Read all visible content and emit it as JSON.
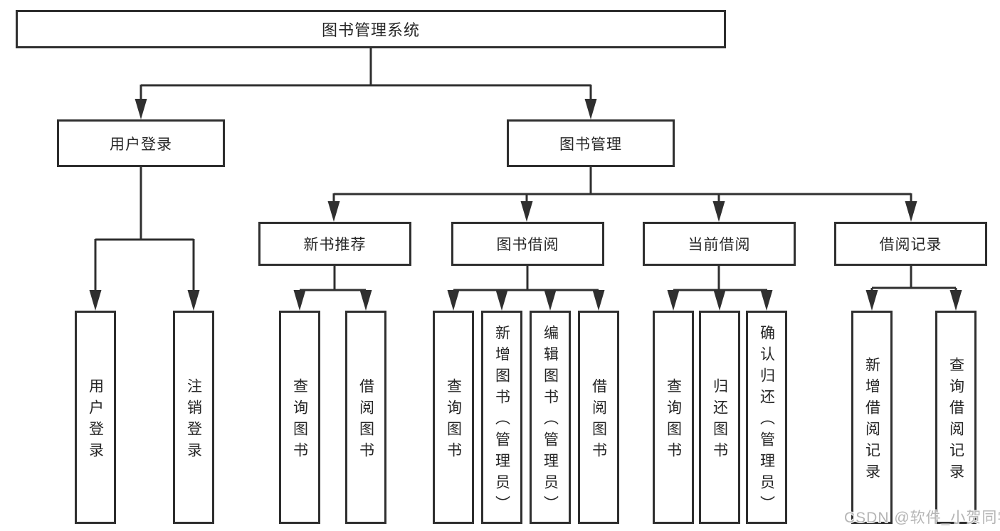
{
  "diagram": {
    "root": {
      "label": "图书管理系统",
      "children": [
        {
          "label": "用户登录",
          "children": [
            {
              "label": "用户登录"
            },
            {
              "label": "注销登录"
            }
          ]
        },
        {
          "label": "图书管理",
          "children": [
            {
              "label": "新书推荐",
              "children": [
                {
                  "label": "查询图书"
                },
                {
                  "label": "借阅图书"
                }
              ]
            },
            {
              "label": "图书借阅",
              "children": [
                {
                  "label": "查询图书"
                },
                {
                  "label": "新增图书（管理员）"
                },
                {
                  "label": "编辑图书（管理员）"
                },
                {
                  "label": "借阅图书"
                }
              ]
            },
            {
              "label": "当前借阅",
              "children": [
                {
                  "label": "查询图书"
                },
                {
                  "label": "归还图书"
                },
                {
                  "label": "确认归还（管理员）"
                }
              ]
            },
            {
              "label": "借阅记录",
              "children": [
                {
                  "label": "新增借阅记录"
                },
                {
                  "label": "查询借阅记录"
                }
              ]
            }
          ]
        }
      ]
    }
  },
  "watermark": {
    "text": "CSDN @软件_小贺同学"
  },
  "colors": {
    "line": "#2f2f2f",
    "box_border": "#2f2f2f",
    "text": "#262626",
    "watermark": "#b5b5b5",
    "background": "#ffffff"
  }
}
